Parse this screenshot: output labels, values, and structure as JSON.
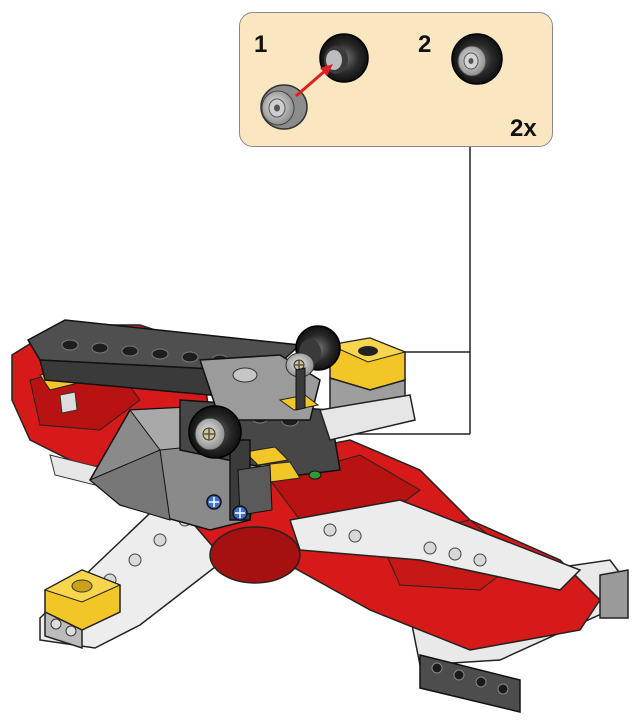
{
  "callout": {
    "step1_label": "1",
    "step2_label": "2",
    "multiplier": "2x",
    "background": "#fbe6c2"
  },
  "colors": {
    "red": "#d61a1a",
    "dark_gray": "#5b5b5b",
    "light_gray": "#a8a8a8",
    "white": "#f4f4f4",
    "yellow": "#f2c626",
    "black": "#1a1a1a",
    "arrow": "#e02020"
  },
  "icons": {
    "assembly_arrow": "arrow-icon",
    "part": "wheel-icon",
    "subject": "jet-model-icon"
  }
}
